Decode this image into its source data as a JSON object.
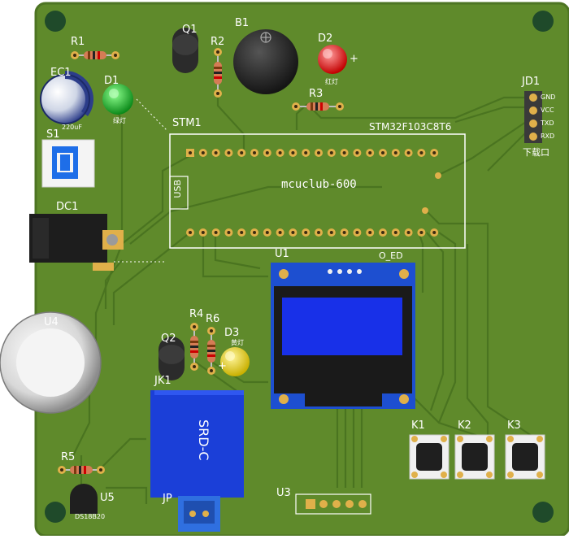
{
  "board": {
    "colors": {
      "pcb": "#5f8a2b",
      "pcb_dark": "#4d7423",
      "silkscreen": "#ffffff",
      "copper": "#e0b04a",
      "hole": "#3a2a10",
      "oled_screen": "#1830e8",
      "relay": "#1b3fd8"
    }
  },
  "labels": {
    "r1": "R1",
    "ec1": "EC1",
    "d1": "D1",
    "d1_note": "绿灯",
    "ec1_note": "220uF",
    "q1": "Q1",
    "r2": "R2",
    "b1": "B1",
    "d2": "D2",
    "d2_plus": "+",
    "d2_note": "红灯",
    "r3": "R3",
    "jd1": "JD1",
    "jd1_pins": [
      "GND",
      "VCC",
      "TXD",
      "RXD"
    ],
    "jd1_note": "下载口",
    "s1": "S1",
    "stm1": "STM1",
    "stm32": "STM32F103C8T6",
    "usb": "USB",
    "mcuclub": "mcuclub-600",
    "dc1": "DC1",
    "u1": "U1",
    "oled": "O_ED",
    "u4": "U4",
    "r4": "R4",
    "r6": "R6",
    "d3": "D3",
    "d3_note": "黄灯",
    "d3_plus": "+",
    "q2": "Q2",
    "jk1": "JK1",
    "relay_text": "SRD-C",
    "k1": "K1",
    "k2": "K2",
    "k3": "K3",
    "r5": "R5",
    "u5": "U5",
    "u5_note": "DS18B20",
    "jp": "JP",
    "u3": "U3"
  }
}
